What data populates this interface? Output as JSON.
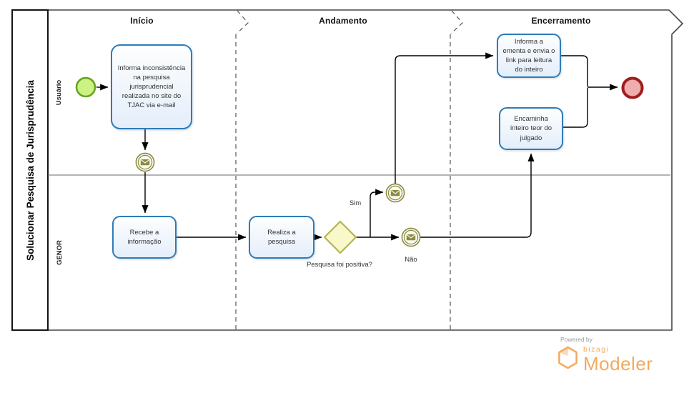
{
  "pool": {
    "title": "Solucionar Pesquisa de Jurisprudência"
  },
  "lanes": [
    {
      "label": "Usuário"
    },
    {
      "label": "GENOR"
    }
  ],
  "phases": [
    {
      "label": "Início"
    },
    {
      "label": "Andamento"
    },
    {
      "label": "Encerramento"
    }
  ],
  "tasks": [
    {
      "id": "informa-inconsistencia",
      "label": "Informa inconsistência na pesquisa jurisprudencial realizada no site do TJAC via e-mail"
    },
    {
      "id": "recebe-informacao",
      "label": "Recebe a informação"
    },
    {
      "id": "realiza-pesquisa",
      "label": "Realiza a pesquisa"
    },
    {
      "id": "informa-ementa",
      "label": "Informa a ementa e envia o link para leitura do inteiro"
    },
    {
      "id": "encaminha-inteiro-teor",
      "label": "Encaminha inteiro teor do julgado"
    }
  ],
  "gateway": {
    "question": "Pesquisa foi positiva?",
    "yes_label": "Sim",
    "no_label": "Não"
  },
  "events": [
    {
      "id": "start",
      "type": "start-event",
      "icon": "green-circle"
    },
    {
      "id": "message-1",
      "type": "intermediate-message-event",
      "icon": "envelope-icon"
    },
    {
      "id": "message-2",
      "type": "intermediate-message-event",
      "icon": "envelope-icon"
    },
    {
      "id": "message-3",
      "type": "intermediate-message-event",
      "icon": "envelope-icon"
    },
    {
      "id": "end",
      "type": "end-event",
      "icon": "red-circle"
    }
  ],
  "branding": {
    "powered_by": "Powered by",
    "brand": "bizagi",
    "product": "Modeler",
    "icon": "bizagi-cube-icon"
  },
  "colors": {
    "task-border": "#2e7cb8",
    "task-fill-bot": "#e4eefa",
    "start-fill": "#cdf284",
    "start-stroke": "#68a221",
    "end-fill": "#efadad",
    "end-stroke": "#9f1d1d",
    "msg-stroke": "#8b8b42",
    "gw-fill": "#f8f8cb",
    "gw-stroke": "#b3b54d",
    "brand-orange": "#f4a95e"
  }
}
